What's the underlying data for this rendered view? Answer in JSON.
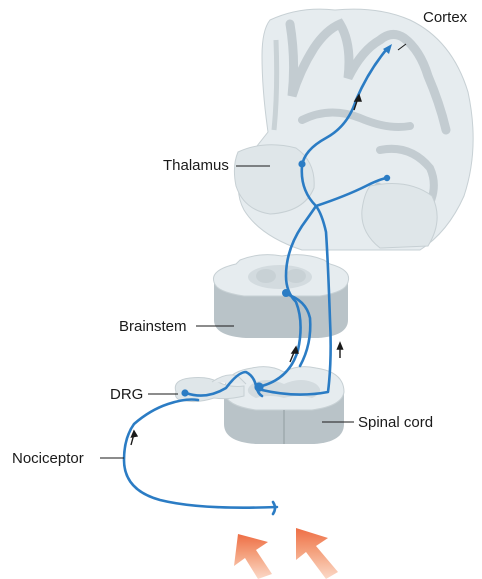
{
  "labels": {
    "cortex": "Cortex",
    "thalamus": "Thalamus",
    "brainstem": "Brainstem",
    "drg": "DRG",
    "spinal_cord": "Spinal cord",
    "nociceptor": "Nociceptor"
  },
  "colors": {
    "pathway": "#2b7cc4",
    "tissue_light": "#e6ecef",
    "tissue_mid": "#d3dbdf",
    "tissue_dark": "#b9c3c8",
    "stimulus": "#f07a52"
  }
}
